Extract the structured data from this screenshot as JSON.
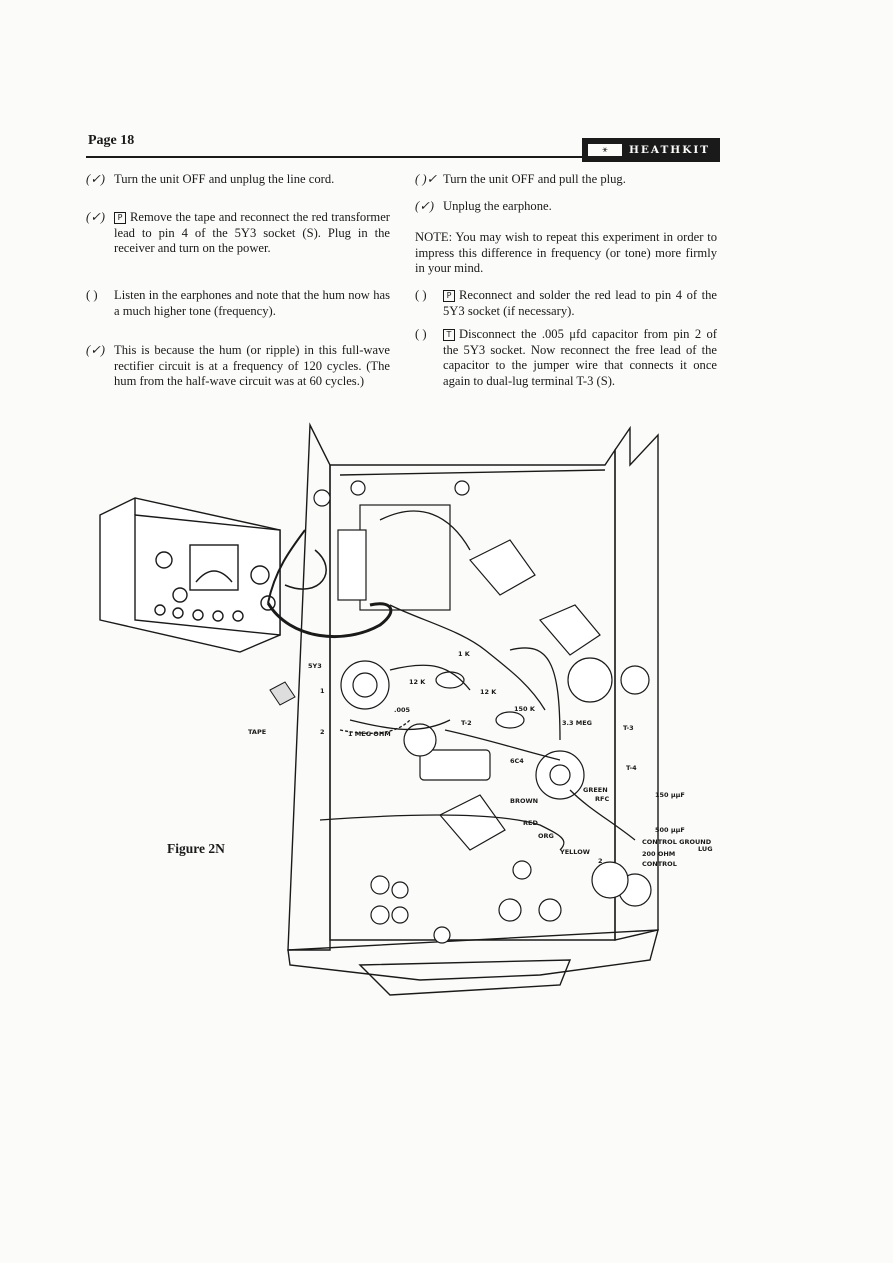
{
  "header": {
    "page_number": "Page 18",
    "brand": "HEATHKIT"
  },
  "left_column": [
    {
      "box": "(✓)",
      "text": "Turn the unit OFF and unplug the line cord."
    },
    {
      "box": "(✓)",
      "icon": "P",
      "text": "Remove the tape and reconnect the red transformer lead to pin 4 of the 5Y3 socket (S). Plug in the receiver and turn on the power."
    },
    {
      "box": "( )",
      "text": "Listen in the earphones and note that the hum now has a much higher tone (frequency)."
    },
    {
      "box": "(✓)",
      "text": "This is because the hum (or ripple) in this full-wave rectifier circuit is at a frequency of 120 cycles. (The hum from the half-wave circuit was at 60 cycles.)"
    }
  ],
  "right_column": [
    {
      "box": "( )✓",
      "text": "Turn the unit OFF and pull the plug."
    },
    {
      "box": "(✓)",
      "text": "Unplug the earphone."
    },
    {
      "note": "NOTE: You may wish to repeat this experiment in order to impress this difference in frequency (or tone) more firmly in your mind."
    },
    {
      "box": "( )",
      "icon": "P",
      "text": "Reconnect and solder the red lead to pin 4 of the 5Y3 socket (if necessary)."
    },
    {
      "box": "( )",
      "icon": "T",
      "text": "Disconnect the .005 μfd capacitor from pin 2 of the 5Y3 socket. Now reconnect the free lead of the capacitor to the jumper wire that connects it once again to dual-lug terminal T-3 (S)."
    }
  ],
  "figure": {
    "caption": "Figure 2N",
    "labels": {
      "tube_5y3": "5Y3",
      "tape": "TAPE",
      "meg_ohm": "1 MEG OHM",
      "cap_005": ".005",
      "r_12k_a": "12 K",
      "r_12k_b": "12 K",
      "r_1k": "1 K",
      "r_150k": "150 K",
      "r_33meg": "3.3 MEG",
      "t2": "T-2",
      "t3": "T-3",
      "t4": "T-4",
      "tube_6c4": "6C4",
      "green": "GREEN",
      "rfc": "RFC",
      "brown": "BROWN",
      "red": "RED",
      "org": "ORG",
      "yellow": "YELLOW",
      "c150": "150 μμF",
      "c500": "500 μμF",
      "control_ground": "CONTROL GROUND",
      "lug": "LUG",
      "ohm200": "200 OHM",
      "control": "CONTROL",
      "pin1": "1",
      "pin2": "2",
      "pin2b": "2"
    }
  }
}
